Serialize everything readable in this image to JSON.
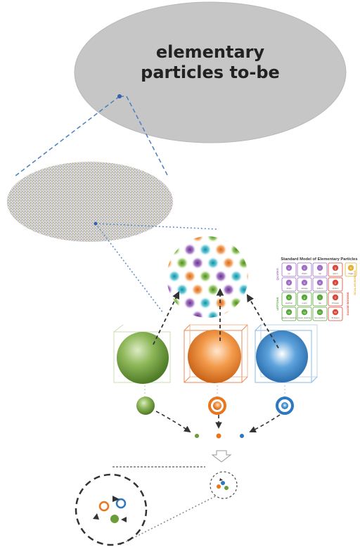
{
  "title": {
    "line1": "elementary",
    "line2": "particles to-be"
  },
  "standard_model": {
    "title": "Standard Model of Elementary Particles",
    "quarks_label": "QUARKS",
    "leptons_label": "LEPTONS",
    "gauge_label": "GAUGE BOSONS",
    "scalar_label": "SCALAR BOSONS",
    "cells": [
      {
        "sym": "u",
        "name": "up",
        "color": "#a070c8"
      },
      {
        "sym": "c",
        "name": "charm",
        "color": "#a070c8"
      },
      {
        "sym": "t",
        "name": "top",
        "color": "#a070c8"
      },
      {
        "sym": "g",
        "name": "gluon",
        "color": "#d84a3a"
      },
      {
        "sym": "d",
        "name": "down",
        "color": "#a070c8"
      },
      {
        "sym": "s",
        "name": "strange",
        "color": "#a070c8"
      },
      {
        "sym": "b",
        "name": "bottom",
        "color": "#a070c8"
      },
      {
        "sym": "γ",
        "name": "photon",
        "color": "#d84a3a"
      },
      {
        "sym": "e",
        "name": "electron",
        "color": "#5aa83c"
      },
      {
        "sym": "μ",
        "name": "muon",
        "color": "#5aa83c"
      },
      {
        "sym": "τ",
        "name": "tau",
        "color": "#5aa83c"
      },
      {
        "sym": "Z",
        "name": "Z boson",
        "color": "#d84a3a"
      },
      {
        "sym": "νe",
        "name": "electron neutrino",
        "color": "#5aa83c"
      },
      {
        "sym": "νμ",
        "name": "muon neutrino",
        "color": "#5aa83c"
      },
      {
        "sym": "ντ",
        "name": "tau neutrino",
        "color": "#5aa83c"
      },
      {
        "sym": "W",
        "name": "W boson",
        "color": "#d84a3a"
      }
    ],
    "higgs": {
      "sym": "H",
      "name": "higgs",
      "color": "#e6b030"
    }
  },
  "colors": {
    "green": "#6a9c3a",
    "orange": "#e8761e",
    "blue": "#2d78c0",
    "purple": "#7a3e9e",
    "teal": "#1aa5b8",
    "ellipse": "#c4c4c4",
    "dash_blue": "#4a7fc0"
  }
}
